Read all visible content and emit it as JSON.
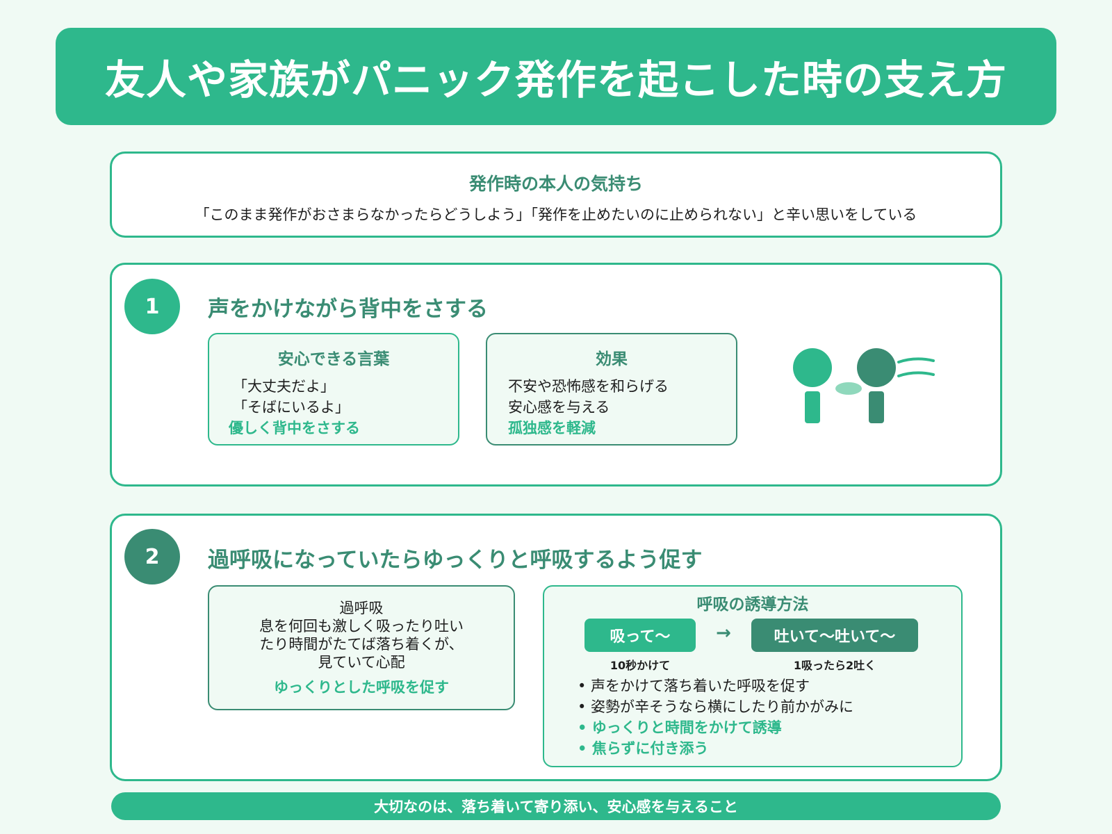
{
  "title": "友人や家族がパニック発作を起こした時の支え方",
  "feelings": {
    "heading": "発作時の本人の気持ち",
    "quote": "「このまま発作がおさまらなかったらどうしよう」「発作を止めたいのに止められない」と辛い思いをしている"
  },
  "section1": {
    "number": "1",
    "title": "声をかけながら背中をさする",
    "words_box": {
      "title": "安心できる言葉",
      "lines": [
        "「大丈夫だよ」",
        "「そばにいるよ」"
      ],
      "highlight": "優しく背中をさする"
    },
    "effect_box": {
      "title": "効果",
      "lines": [
        "不安や恐怖感を和らげる",
        "安心感を与える"
      ],
      "highlight": "孤独感を軽減"
    }
  },
  "section2": {
    "number": "2",
    "title": "過呼吸になっていたらゆっくりと呼吸するよう促す",
    "hyper_box": {
      "lines": [
        "過呼吸",
        "息を何回も激しく吸ったり吐い",
        "たり時間がたてば落ち着くが、",
        "見ていて心配"
      ],
      "highlight": "ゆっくりとした呼吸を促す"
    },
    "method_box": {
      "title": "呼吸の誘導方法",
      "inhale": "吸って〜",
      "inhale_note": "10秒かけて",
      "arrow": "→",
      "exhale": "吐いて〜吐いて〜",
      "exhale_note": "1吸ったら2吐く",
      "bullets": [
        "• 声をかけて落ち着いた呼吸を促す",
        "• 姿勢が辛そうなら横にしたり前かがみに"
      ],
      "highlight_bullets": [
        "• ゆっくりと時間をかけて誘導",
        "• 焦らずに付き添う"
      ]
    }
  },
  "footer": "大切なのは、落ち着いて寄り添い、安心感を与えること",
  "colors": {
    "primary": "#2eb88c",
    "dark": "#3a8c73",
    "background": "#f0faf4"
  },
  "icons": {
    "illustration": "two-people-comforting-icon"
  }
}
